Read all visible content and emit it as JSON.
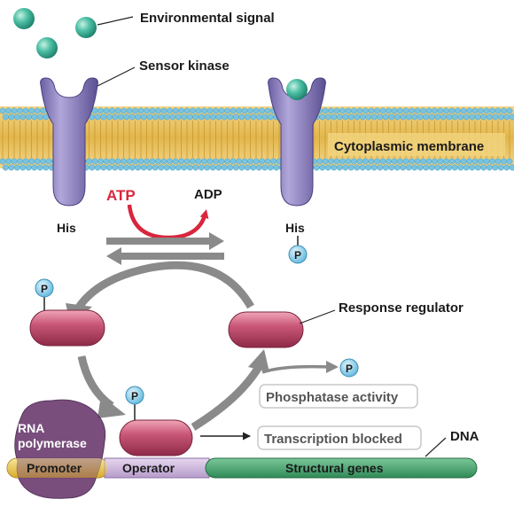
{
  "labels": {
    "environmental_signal": "Environmental signal",
    "sensor_kinase": "Sensor kinase",
    "cytoplasmic_membrane": "Cytoplasmic membrane",
    "atp": "ATP",
    "adp": "ADP",
    "his_left": "His",
    "his_right": "His",
    "phosphate": "P",
    "response_regulator": "Response regulator",
    "phosphatase_activity": "Phosphatase activity",
    "transcription_blocked": "Transcription blocked",
    "rna_polymerase_line1": "RNA",
    "rna_polymerase_line2": "polymerase",
    "dna": "DNA",
    "promoter": "Promoter",
    "operator": "Operator",
    "structural_genes": "Structural genes"
  },
  "colors": {
    "signal_molecule": "#3fb59b",
    "kinase": "#8d80bd",
    "membrane_head": "#79c3e0",
    "membrane_tail": "#e7c25e",
    "atp_arrow": "#d8263d",
    "gray_arrow": "#8a8a8a",
    "regulator": "#c44f6e",
    "phosphate": "#7cc7e6",
    "rna_polymerase": "#6e3f73",
    "promoter": "#f2d060",
    "operator": "#cdb6da",
    "structural_genes": "#3f9f6a"
  }
}
